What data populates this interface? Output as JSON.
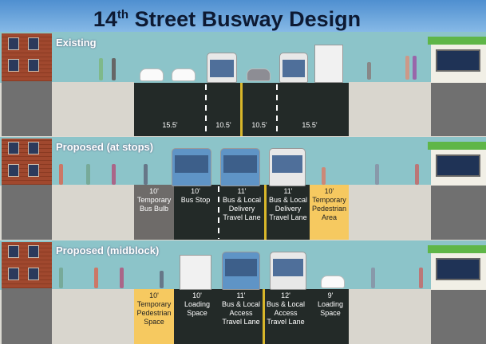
{
  "title": {
    "main": "14",
    "sup": "th",
    "rest": " Street Busway Design"
  },
  "colors": {
    "sky": "#8cc4c9",
    "road": "#232a28",
    "sidewalk": "#d9d6ce",
    "pedestrian_area": "#f6c960",
    "bus_bulb": "#6e6b69",
    "center_line": "#d8b62a"
  },
  "panels": [
    {
      "title": "Existing",
      "lanes": [
        "15.5'",
        "10.5'",
        "10.5'",
        "15.5'"
      ]
    },
    {
      "title": "Proposed (at stops)",
      "lanes": [
        {
          "width": "10'",
          "label": "Temporary Bus Bulb"
        },
        {
          "width": "10'",
          "label": "Bus Stop"
        },
        {
          "width": "11'",
          "label": "Bus & Local Delivery Travel Lane"
        },
        {
          "width": "11'",
          "label": "Bus & Local Delivery Travel Lane"
        },
        {
          "width": "10'",
          "label": "Temporary Pedestrian Area"
        }
      ]
    },
    {
      "title": "Proposed (midblock)",
      "lanes": [
        {
          "width": "10'",
          "label": "Temporary Pedestrian Space"
        },
        {
          "width": "10'",
          "label": "Loading Space"
        },
        {
          "width": "11'",
          "label": "Bus & Local Access Travel Lane"
        },
        {
          "width": "12'",
          "label": "Bus & Local Access Travel Lane"
        },
        {
          "width": "9'",
          "label": "Loading Space"
        }
      ]
    }
  ]
}
